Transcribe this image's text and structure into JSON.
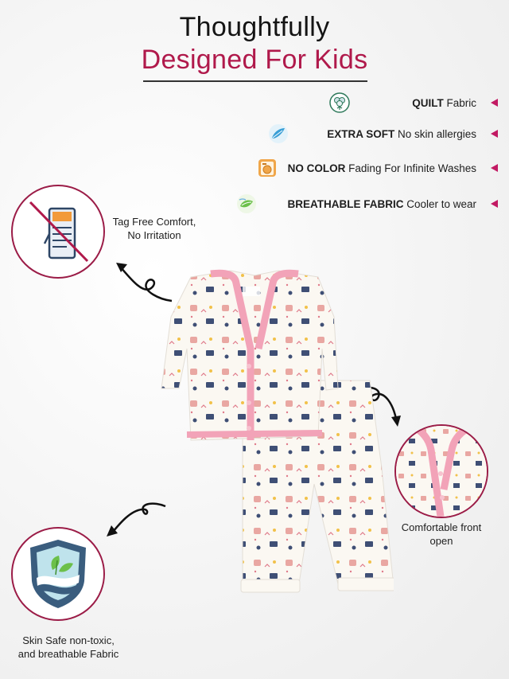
{
  "header": {
    "title_line1": "Thoughtfully",
    "title_line2": "Designed For Kids"
  },
  "features": [
    {
      "bold": "QUILT",
      "rest": " Fabric",
      "icon": "cotton-plant-icon"
    },
    {
      "bold": "EXTRA SOFT",
      "rest": " No skin allergies",
      "icon": "soft-feather-icon"
    },
    {
      "bold": "NO COLOR",
      "rest": " Fading For Infinite Washes",
      "icon": "washing-machine-icon"
    },
    {
      "bold": "BREATHABLE FABRIC",
      "rest": " Cooler to wear",
      "icon": "breathable-leaf-icon"
    }
  ],
  "callouts": {
    "tag_free": {
      "line1": "Tag Free Comfort,",
      "line2": "No Irritation",
      "icon": "no-tag-icon"
    },
    "front_open": {
      "line1": "Comfortable front",
      "line2": "open",
      "icon": "front-open-closeup"
    },
    "skin_safe": {
      "line1": "Skin Safe non-toxic,",
      "line2": "and breathable Fabric",
      "icon": "skin-shield-icon"
    }
  },
  "colors": {
    "accent": "#b0194b",
    "marker": "#c21a63",
    "trim_pink": "#f2a3b8",
    "badge_border": "#9b1c47"
  }
}
